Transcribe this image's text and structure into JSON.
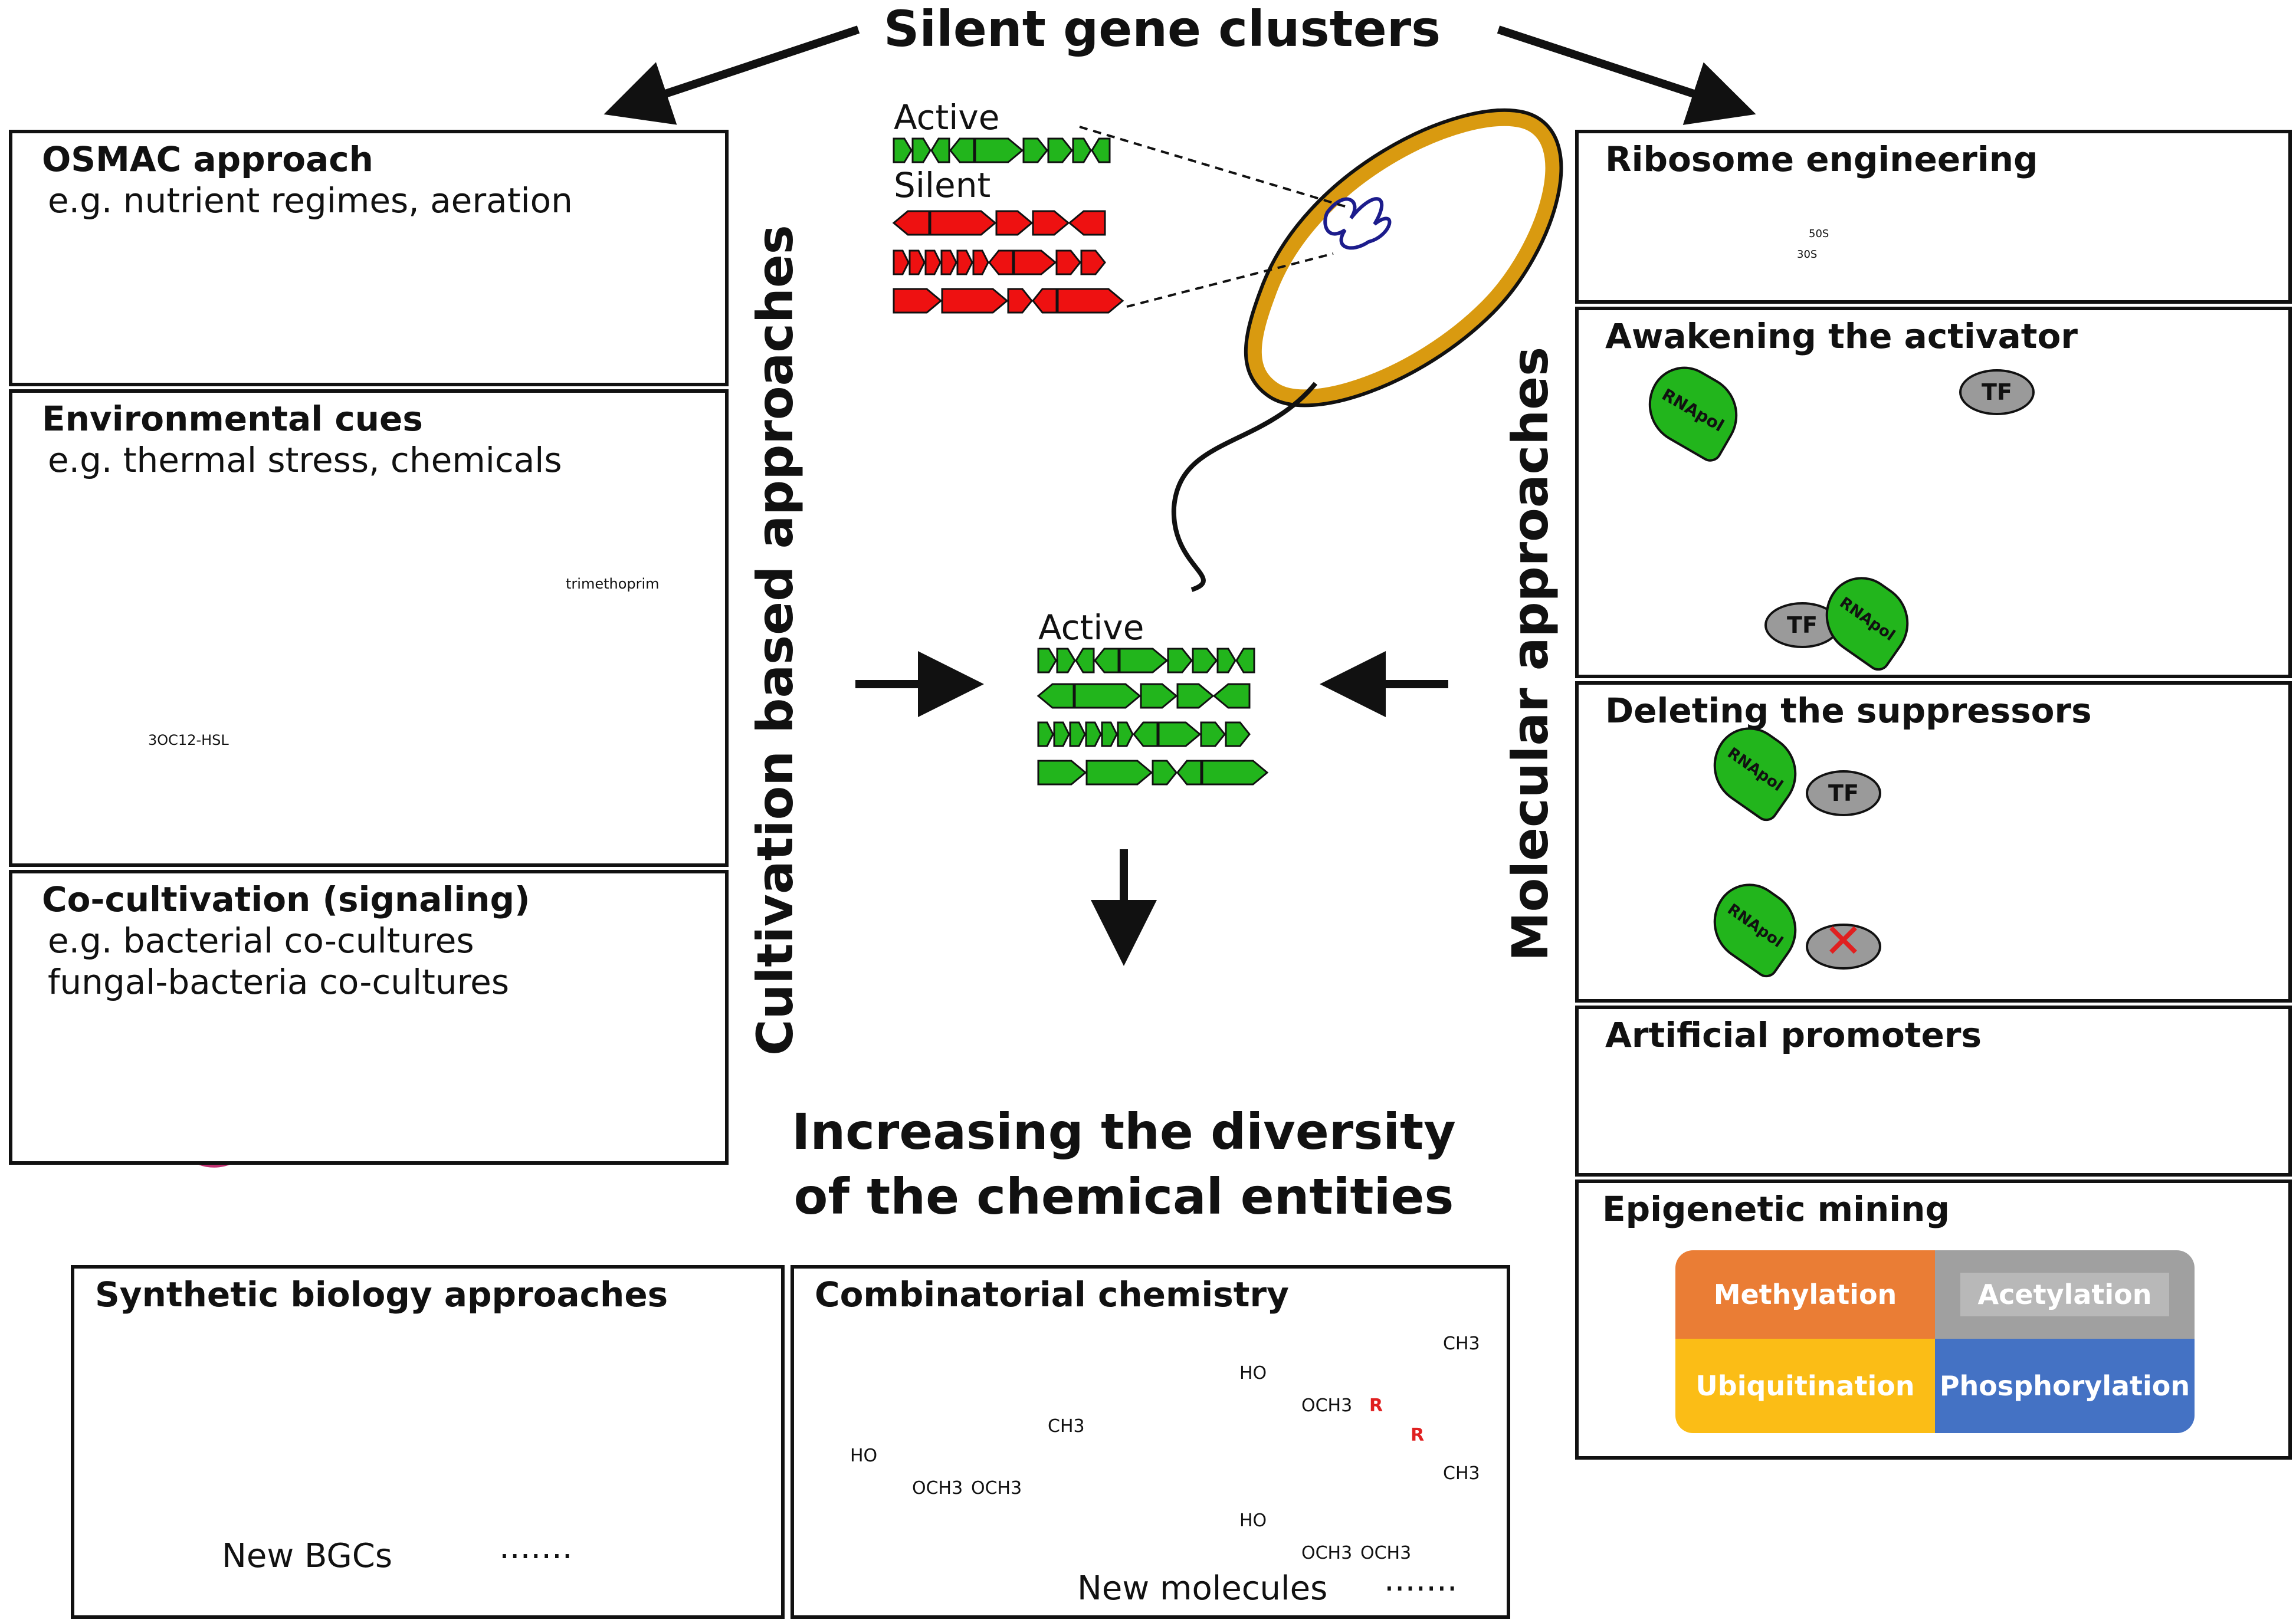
{
  "title": "Silent gene clusters",
  "center": {
    "active_label": "Active",
    "silent_label": "Silent",
    "active_label_2": "Active",
    "outcome_line1": "Increasing the diversity",
    "outcome_line2": "of the chemical entities"
  },
  "left_column": {
    "vertical_title": "Cultivation based approaches",
    "osmac": {
      "title": "OSMAC approach",
      "subtitle": "e.g. nutrient regimes, aeration"
    },
    "environmental": {
      "title": "Environmental cues",
      "subtitle": "e.g. thermal stress, chemicals",
      "chemical_1": "trimethoprim",
      "chemical_2": "3OC12-HSL"
    },
    "cocultivation": {
      "title": "Co-cultivation (signaling)",
      "line1": "e.g. bacterial co-cultures",
      "line2": "fungal-bacteria co-cultures"
    }
  },
  "right_column": {
    "vertical_title": "Molecular approaches",
    "ribosome": {
      "title": "Ribosome engineering",
      "sub_50s": "50S",
      "sub_30s": "30S"
    },
    "activator": {
      "title": "Awakening the activator",
      "rnapol": "RNApol",
      "tf": "TF"
    },
    "suppressors": {
      "title": "Deleting the suppressors",
      "rnapol": "RNApol",
      "tf": "TF"
    },
    "promoters": {
      "title": "Artificial promoters"
    },
    "epigenetic": {
      "title": "Epigenetic mining",
      "tiles": [
        "Methylation",
        "Acetylation",
        "Ubiquitination",
        "Phosphorylation"
      ],
      "colors": [
        "#ea7d35",
        "#a0a0a0",
        "#fbbd16",
        "#4472c4"
      ]
    }
  },
  "bottom": {
    "synthetic": {
      "title": "Synthetic biology approaches",
      "caption": "New BGCs",
      "dots": "......."
    },
    "combinatorial": {
      "title": "Combinatorial chemistry",
      "caption": "New molecules",
      "dots": ".......",
      "ho": "HO",
      "och3": "OCH3",
      "ch3": "CH3",
      "r": "R"
    }
  },
  "colors": {
    "active_gene": "#22b51c",
    "silent_gene": "#ee1111",
    "cell_wall": "#d99a10",
    "promoter": "#3cc83c"
  }
}
